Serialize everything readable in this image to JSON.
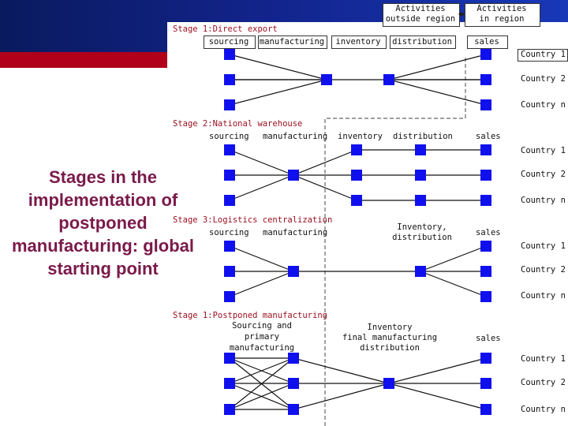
{
  "slide_title": "Stages in the implementation of postponed manufacturing: global starting point",
  "header": {
    "outside_region": [
      "Activities",
      "outside region"
    ],
    "in_region": [
      "Activities",
      "in region"
    ]
  },
  "stages": [
    {
      "label": "Stage 1:Direct export",
      "columns": [
        "sourcing",
        "manufacturing",
        "inventory",
        "distribution",
        "sales"
      ],
      "countries": [
        "Country 1",
        "Country 2",
        "Country n"
      ]
    },
    {
      "label": "Stage 2:National warehouse",
      "columns": [
        "sourcing",
        "manufacturing",
        "inventory",
        "distribution",
        "sales"
      ],
      "countries": [
        "Country 1",
        "Country 2",
        "Country n"
      ]
    },
    {
      "label": "Stage 3:Logistics centralization",
      "columns": [
        "sourcing",
        "manufacturing",
        "Inventory,",
        "distribution",
        "sales"
      ],
      "countries": [
        "Country 1",
        "Country 2",
        "Country n"
      ]
    },
    {
      "label": "Stage 1:Postponed manufacturing",
      "columns": [
        "Sourcing and",
        "primary",
        "manufacturing",
        "Inventory",
        "final manufacturing",
        "distribution",
        "sales"
      ],
      "countries": [
        "Country 1",
        "Country 2",
        "Country n"
      ]
    }
  ],
  "colors": {
    "node": "#1010ee",
    "stage_label": "#9a1020",
    "title": "#7a1a4a",
    "banner": "#12238a",
    "red_bar": "#b0001a"
  }
}
